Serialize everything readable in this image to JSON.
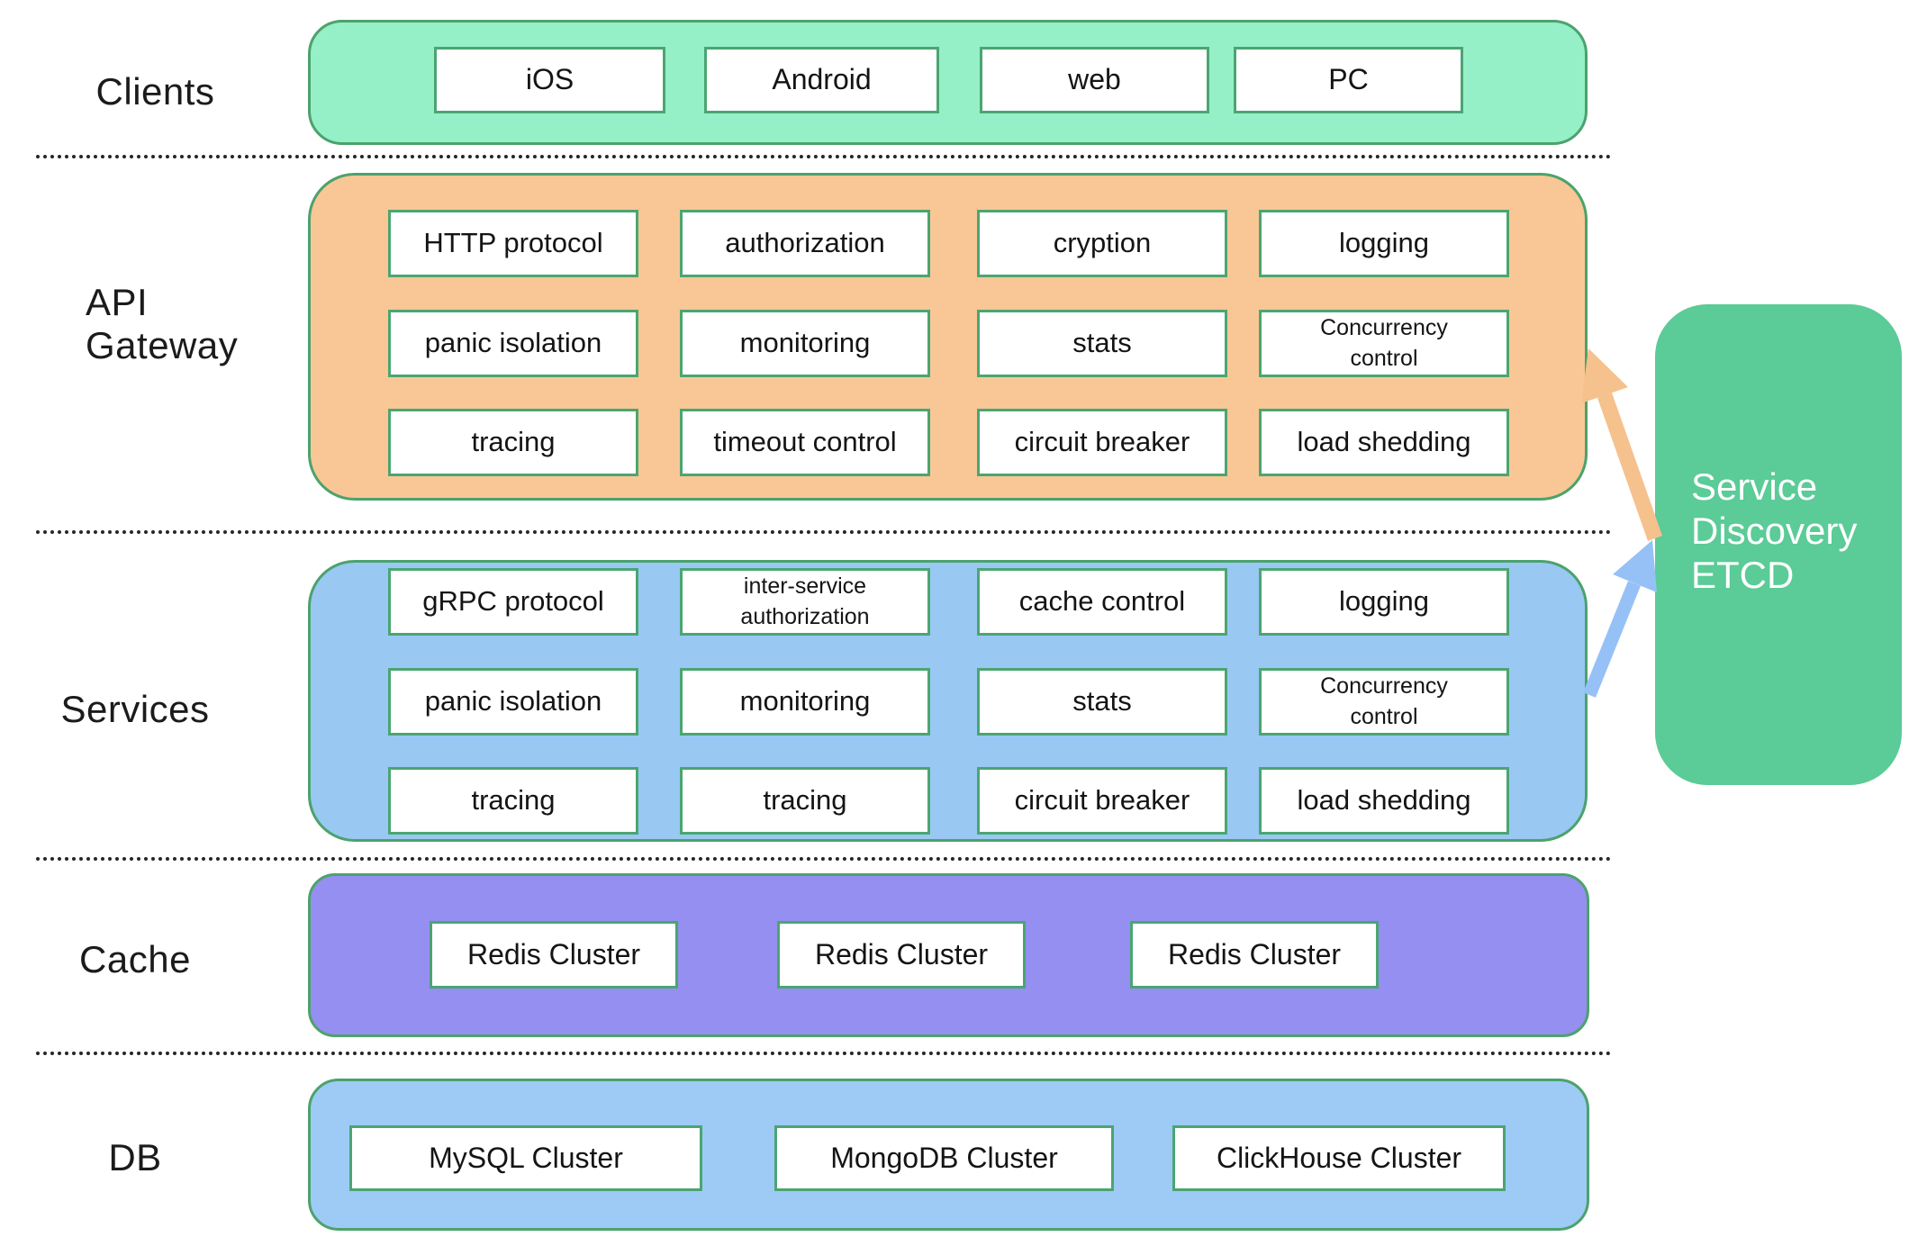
{
  "labels": {
    "clients": "Clients",
    "api_gateway": "API\nGateway",
    "services": "Services",
    "cache": "Cache",
    "db": "DB"
  },
  "clients": {
    "boxes": [
      "iOS",
      "Android",
      "web",
      "PC"
    ]
  },
  "api_gateway": {
    "cells": [
      [
        "HTTP protocol",
        "authorization",
        "cryption",
        "logging"
      ],
      [
        "panic isolation",
        "monitoring",
        "stats",
        "Concurrency\ncontrol"
      ],
      [
        "tracing",
        "timeout control",
        "circuit breaker",
        "load shedding"
      ]
    ]
  },
  "services": {
    "cells": [
      [
        "gRPC protocol",
        "inter-service\nauthorization",
        "cache control",
        "logging"
      ],
      [
        "panic isolation",
        "monitoring",
        "stats",
        "Concurrency\ncontrol"
      ],
      [
        "tracing",
        "tracing",
        "circuit breaker",
        "load shedding"
      ]
    ]
  },
  "cache": {
    "boxes": [
      "Redis Cluster",
      "Redis Cluster",
      "Redis Cluster"
    ]
  },
  "db": {
    "boxes": [
      "MySQL Cluster",
      "MongoDB Cluster",
      "ClickHouse Cluster"
    ]
  },
  "service_discovery": {
    "label": "Service\nDiscovery\nETCD"
  },
  "colors": {
    "clients_fill": "#95F0C8",
    "api_gateway_fill": "#F8C795",
    "services_fill": "#99C8F3",
    "cache_fill": "#948FF1",
    "db_fill": "#9DCBF5",
    "service_discovery_fill": "#5BCB97",
    "container_border": "#4CA26C",
    "box_border": "#4BA572",
    "box_fill": "#FFFFFF",
    "arrow_orange": "#F5C18D",
    "arrow_blue": "#96C1F6",
    "text_dark": "#141414",
    "text_light": "#FFFFFF"
  }
}
